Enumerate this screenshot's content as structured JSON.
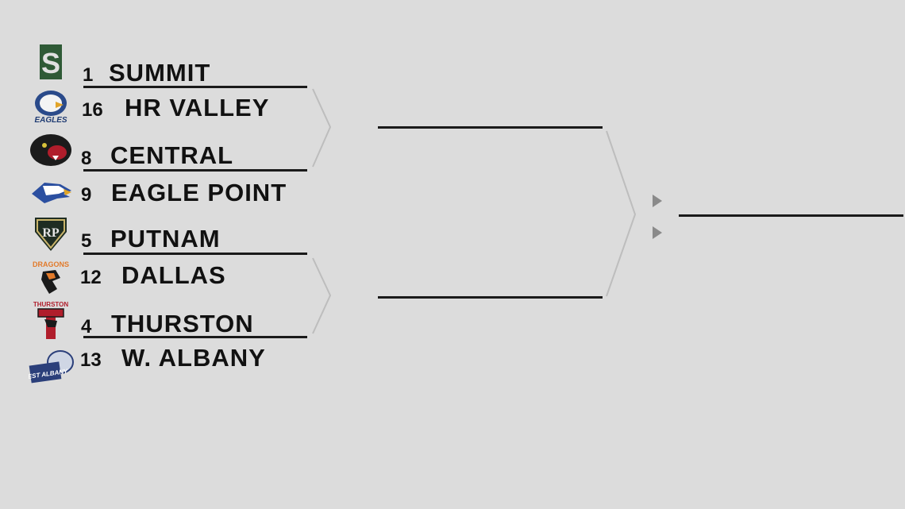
{
  "bracket": {
    "teams": [
      {
        "seed": "1",
        "name": "SUMMIT",
        "logo": "summit-s-logo",
        "logo_text": "S"
      },
      {
        "seed": "16",
        "name": "HR VALLEY",
        "logo": "eagles-logo",
        "logo_text": "EAGLES"
      },
      {
        "seed": "8",
        "name": "CENTRAL",
        "logo": "panther-logo",
        "logo_text": ""
      },
      {
        "seed": "9",
        "name": "EAGLE POINT",
        "logo": "eagle-head-logo",
        "logo_text": ""
      },
      {
        "seed": "5",
        "name": "PUTNAM",
        "logo": "rp-shield-logo",
        "logo_text": "RP"
      },
      {
        "seed": "12",
        "name": "DALLAS",
        "logo": "dragons-logo",
        "logo_text": "DRAGONS"
      },
      {
        "seed": "4",
        "name": "THURSTON",
        "logo": "thurston-colts-logo",
        "logo_text": "THURSTON"
      },
      {
        "seed": "13",
        "name": "W. ALBANY",
        "logo": "west-albany-logo",
        "logo_text": "WEST ALBANY"
      }
    ]
  },
  "colors": {
    "background": "#dcdcdc",
    "text": "#111111",
    "connector": "#bdbdbd",
    "arrow": "#8a8a8a"
  }
}
